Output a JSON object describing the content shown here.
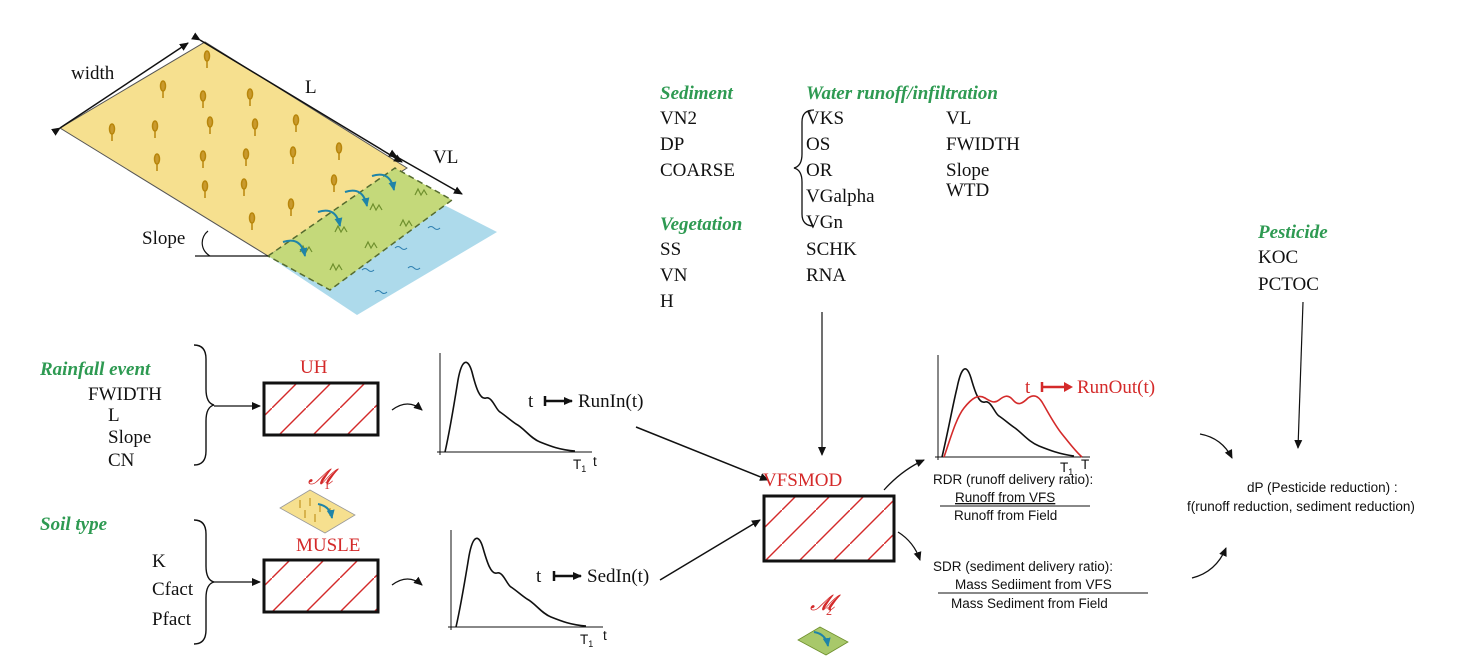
{
  "field": {
    "width_label": "width",
    "length_label": "L",
    "vl_label": "VL",
    "slope_label": "Slope"
  },
  "sediment": {
    "title": "Sediment",
    "items": [
      "VN2",
      "DP",
      "COARSE"
    ]
  },
  "vegetation": {
    "title": "Vegetation",
    "items": [
      "SS",
      "VN",
      "H"
    ]
  },
  "water": {
    "title": "Water runoff/infiltration",
    "col1": [
      "VKS",
      "OS",
      "OR",
      "VGalpha",
      "VGn",
      "SCHK",
      "RNA"
    ],
    "col2": [
      "VL",
      "FWIDTH",
      "Slope",
      "WTD"
    ]
  },
  "pesticide": {
    "title": "Pesticide",
    "items": [
      "KOC",
      "PCTOC"
    ]
  },
  "rainfall": {
    "title": "Rainfall event",
    "items": [
      "FWIDTH",
      "L",
      "Slope",
      "CN"
    ]
  },
  "soil": {
    "title": "Soil type",
    "items": [
      "K",
      "Cfact",
      "Pfact"
    ]
  },
  "models": {
    "uh_title": "UH",
    "m1_label": "𝓜",
    "m1_sub": "1",
    "musle_title": "MUSLE",
    "vfsmod_title": "VFSMOD",
    "m2_label": "𝓜",
    "m2_sub": "2"
  },
  "graphs": {
    "runin_label": "RunIn(t)",
    "sedin_label": "SedIn(t)",
    "runout_label": "RunOut(t)",
    "t_label": "t",
    "axis_t": "t",
    "axis_T1": "T",
    "axis_T1_sub": "1",
    "axis_T": "T"
  },
  "ratios": {
    "rdr_title": "RDR (runoff delivery ratio):",
    "rdr_num": "Runoff from VFS",
    "rdr_den": "Runoff from Field",
    "sdr_title": "SDR (sediment delivery ratio):",
    "sdr_num": "Mass Sediiment from VFS",
    "sdr_den": "Mass Sediment from Field"
  },
  "result": {
    "line1": "dP (Pesticide reduction) :",
    "line2": "f(runoff reduction, sediment reduction)"
  },
  "colors": {
    "label_green": "#2e9a52",
    "model_red": "#d42a2a",
    "field_yellow": "#f6e08f",
    "strip_green": "#c4d97a",
    "water_blue": "#a9d8ea",
    "arrow_blue": "#1f84a8"
  }
}
